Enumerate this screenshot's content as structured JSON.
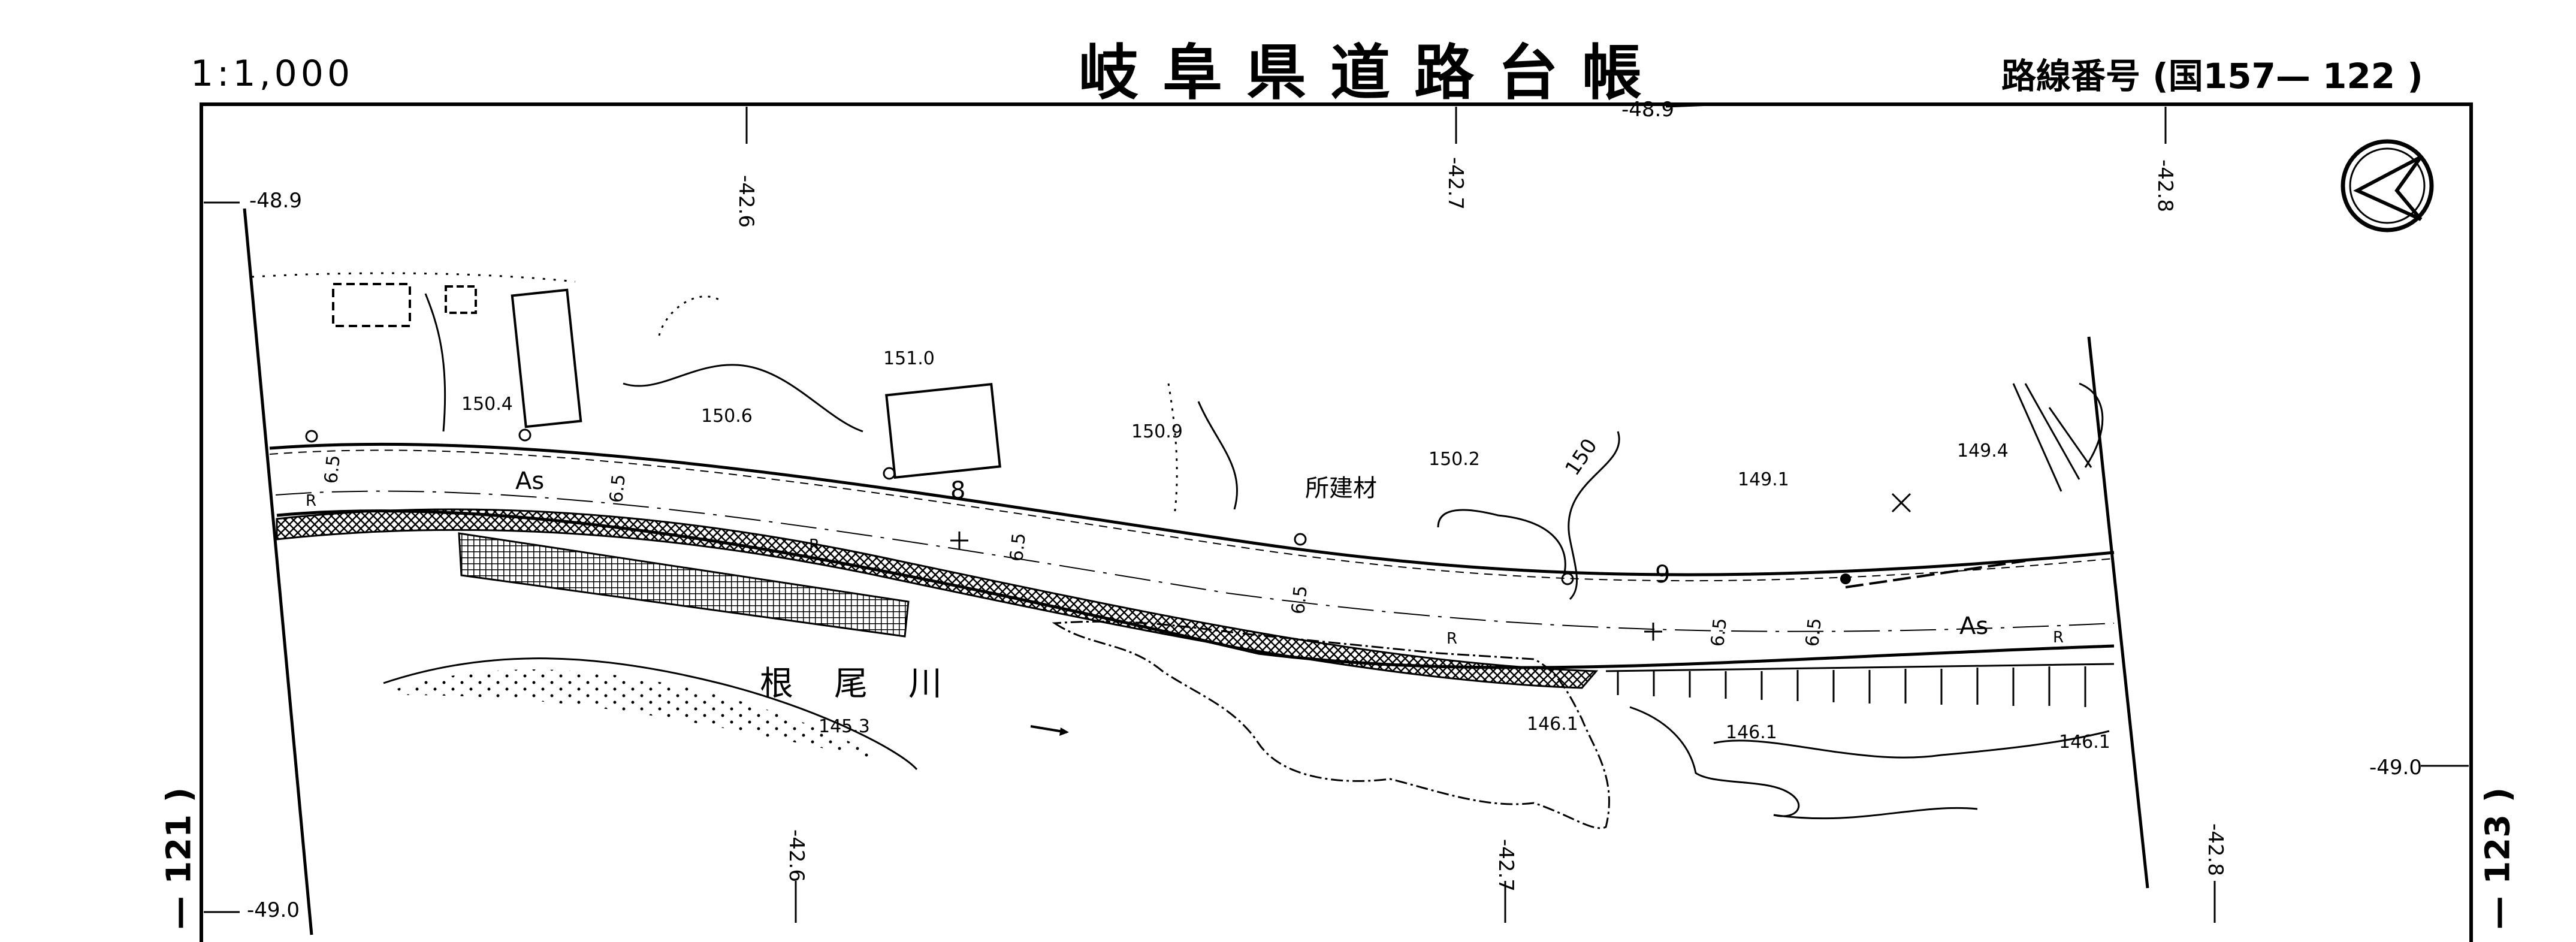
{
  "header": {
    "scale": "1:1,000",
    "title": "岐阜県道路台帳",
    "route_label": "路線番号",
    "route_open": "(国",
    "route_number": "157",
    "route_dash": "—",
    "route_sheet": "122",
    "route_close": ")"
  },
  "adjacent_sheets": {
    "left": "121",
    "right": "123"
  },
  "grid": {
    "y_top_left": "-48.9",
    "y_top_center": "-48.9",
    "y_mid_right": "-49.0",
    "y_bottom_left": "-49.0",
    "x_labels": [
      "-42.6",
      "-42.7",
      "-42.8"
    ]
  },
  "labels": {
    "river": "根　尾　川",
    "building": "所建材",
    "station_8": "8",
    "station_9": "9",
    "surface": "As",
    "surface2": "As",
    "contour": "150",
    "width": "6.5",
    "r_mark": "R"
  },
  "spot_heights": [
    {
      "id": "h1510",
      "text": "151.0"
    },
    {
      "id": "h1504",
      "text": "150.4"
    },
    {
      "id": "h1506",
      "text": "150.6"
    },
    {
      "id": "h1509",
      "text": "150.9"
    },
    {
      "id": "h1502",
      "text": "150.2"
    },
    {
      "id": "h1491",
      "text": "149.1"
    },
    {
      "id": "h1494",
      "text": "149.4"
    },
    {
      "id": "h1453",
      "text": "145.3"
    },
    {
      "id": "h1461a",
      "text": "146.1"
    },
    {
      "id": "h1461b",
      "text": "146.1"
    },
    {
      "id": "h1461c",
      "text": "146.1"
    }
  ],
  "icons": [
    "north-arrow-icon",
    "flow-arrow-icon",
    "utility-pole-icon"
  ]
}
